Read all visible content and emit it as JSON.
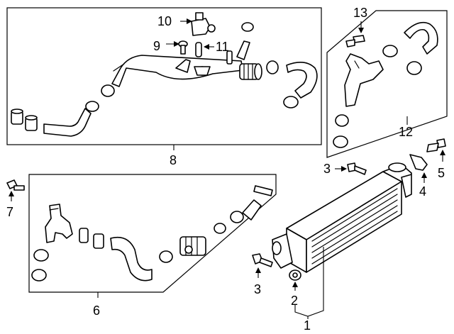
{
  "callouts": {
    "c1": "1",
    "c2": "2",
    "c3a": "3",
    "c3b": "3",
    "c4": "4",
    "c5": "5",
    "c6": "6",
    "c7": "7",
    "c8": "8",
    "c9": "9",
    "c10": "10",
    "c11": "11",
    "c12": "12",
    "c13": "13"
  }
}
